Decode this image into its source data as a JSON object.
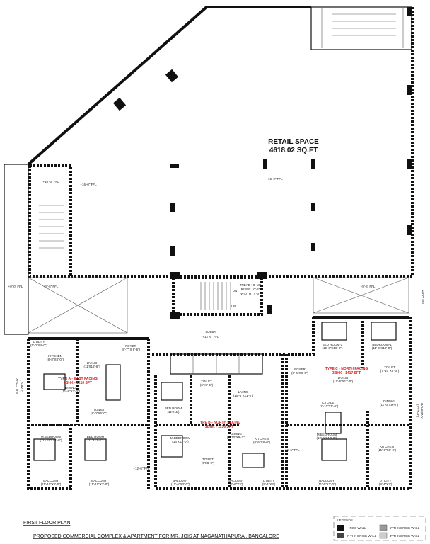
{
  "retail": {
    "title": "RETAIL SPACE",
    "area": "4618.02 SQ.FT",
    "ffl": "+16'-0\" FFL"
  },
  "levels": {
    "left_stair_a": "+16'-6\" FFL",
    "left_stair_b": "+16'-0\" FFL",
    "left_outer": "+0'-0\" FFL",
    "left_inner": "+9'-6\" FFL",
    "right_inner": "+9'-6\" FFL",
    "right_outer": "+0'-0\" FFL",
    "bottom_left": "+12'-6\" FFL",
    "bottom_right": "+12'-6\" FFL"
  },
  "lobby": {
    "label": "LOBBY",
    "ffl": "+12'-6\" FFL"
  },
  "stair": {
    "tread": "TREAD : 0'-10\"",
    "riser": "RISER : 0'-6\"",
    "width": "WIDTH : 4'-0\"",
    "up": "UP",
    "dn": "DN"
  },
  "type_a": {
    "title": "TYPE A - EAST FACING",
    "area": "2BHK - 1210 SFT",
    "rooms": [
      [
        "KITCHEN",
        "(8'-8\"X8'-0\")"
      ],
      [
        "LIVING",
        "(11'X18'-6\")"
      ],
      [
        "FOYER",
        "(8'-7\" X 8'-6\")"
      ],
      [
        "DINING",
        "(11'-8\"X7'-3\")"
      ],
      [
        "TOILET",
        "(8'-0\"X5'-0\")"
      ],
      [
        "M.BEDROOM",
        "(11'-10\"X14'-0\")"
      ],
      [
        "BED ROOM",
        "(11'X11'-7\")"
      ],
      [
        "BALCONY",
        "(11'-10\"X5'-0\")"
      ],
      [
        "BALCONY",
        "(11'-10\"X3'-0\")"
      ],
      [
        "UTILITY",
        "(5'-0\"X4'-0\")"
      ],
      [
        "BALCONY",
        "(3'X8'-0\")"
      ]
    ]
  },
  "type_b": {
    "title": "TYPE B - NORTH FACING",
    "area": "2BHK - 1136 SFT",
    "rooms": [
      [
        "BED ROOM",
        "(11'X11')"
      ],
      [
        "TOILET",
        "(5'X7'-6\")"
      ],
      [
        "LIVING",
        "(10'-6\"X11'-0\")"
      ],
      [
        "M.BEDROOM",
        "(14'X12'-0\")"
      ],
      [
        "DINING",
        "(9'-10\"X9'-2\")"
      ],
      [
        "KITCHEN",
        "(9'-6\"X8'-0\")"
      ],
      [
        "TOILET",
        "(5'X8'-0\")"
      ],
      [
        "BALCONY",
        "(11'-6\"X3'-0\")"
      ],
      [
        "BALCONY",
        "(7'-6\"X3')"
      ],
      [
        "UTILITY",
        "(8'-4\"X3')"
      ]
    ]
  },
  "type_c": {
    "title": "TYPE C - NORTH FACING",
    "area": "3BHK - 1417 SFT",
    "rooms": [
      [
        "BED ROOM-2",
        "(12'-0\"X10'-0\")"
      ],
      [
        "BEDROOM-1",
        "(11'-0\"X10'-0\")"
      ],
      [
        "FOYER",
        "(8'-6\"X8'-0\")"
      ],
      [
        "LIVING",
        "(10'-6\"X11'-0\")"
      ],
      [
        "TOILET",
        "(7'-10\"X5'-0\")"
      ],
      [
        "C.TOILET",
        "(7'-10\"X5'-0\")"
      ],
      [
        "DINING",
        "(11'-0\"X9'-0\")"
      ],
      [
        "M.BEDROOM",
        "(12'-6\"X13'-0\")"
      ],
      [
        "KITCHEN",
        "(11'-6\"X8'-0\")"
      ],
      [
        "BALCONY",
        "(11'-6\"X3'-0\")"
      ],
      [
        "UTILITY",
        "(8'-4\"X3')"
      ],
      [
        "BALCONY",
        "(3'X7'-0\")"
      ]
    ]
  },
  "footer": {
    "plan_title": "FIRST FLOOR PLAN",
    "project": "PROPOSED COMMERCIAL COMPLEX & APARTMENT FOR MR. JOIS AT NAGANATHAPURA , BANGALORE"
  },
  "legend": {
    "title": "LEGENDS",
    "items": [
      "RCC WALL",
      "9\" THK BRICK WALL",
      "6\" THK BRICK WALL",
      "4\" THK BRICK WALL"
    ],
    "colors": [
      "#111111",
      "#444444",
      "#999999",
      "#cccccc"
    ]
  }
}
